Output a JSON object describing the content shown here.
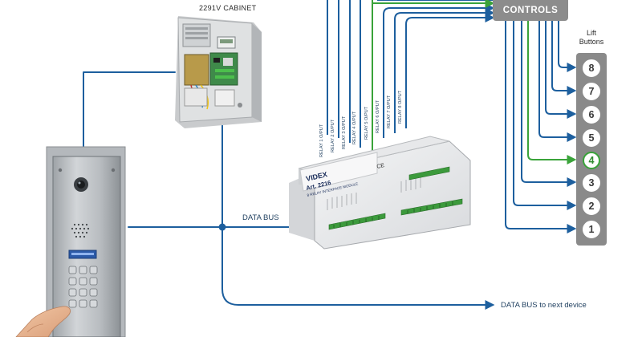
{
  "diagram": {
    "cabinet_title": "2291V CABINET",
    "controls_label": "CONTROLS",
    "lift_title_line1": "Lift",
    "lift_title_line2": "Buttons",
    "lift_buttons": [
      "8",
      "7",
      "6",
      "5",
      "4",
      "3",
      "2",
      "1"
    ],
    "highlighted_button": "4",
    "databus_label": "DATA BUS",
    "next_device_label": "DATA BUS to next device",
    "relay_outputs": [
      "RELAY 1 O/PUT",
      "RELAY 2 O/PUT",
      "RELAY 3 O/PUT",
      "RELAY 4 O/PUT",
      "RELAY 5 O/PUT",
      "RELAY 6 O/PUT",
      "RELAY 7 O/PUT",
      "RELAY 8 O/PUT"
    ],
    "module": {
      "brand": "VIDEX",
      "model": "Art. 2216",
      "subtitle": "8 RELAY INTERFACE MODULE",
      "ce_mark": "CE"
    },
    "colors": {
      "wire_blue": "#1d5f9e",
      "wire_green": "#3aa33a",
      "controls_grey": "#8c8c8c",
      "panel_grey": "#8a8a8a",
      "module_body": "#ecedef",
      "terminal_green": "#3c9a3c"
    }
  }
}
